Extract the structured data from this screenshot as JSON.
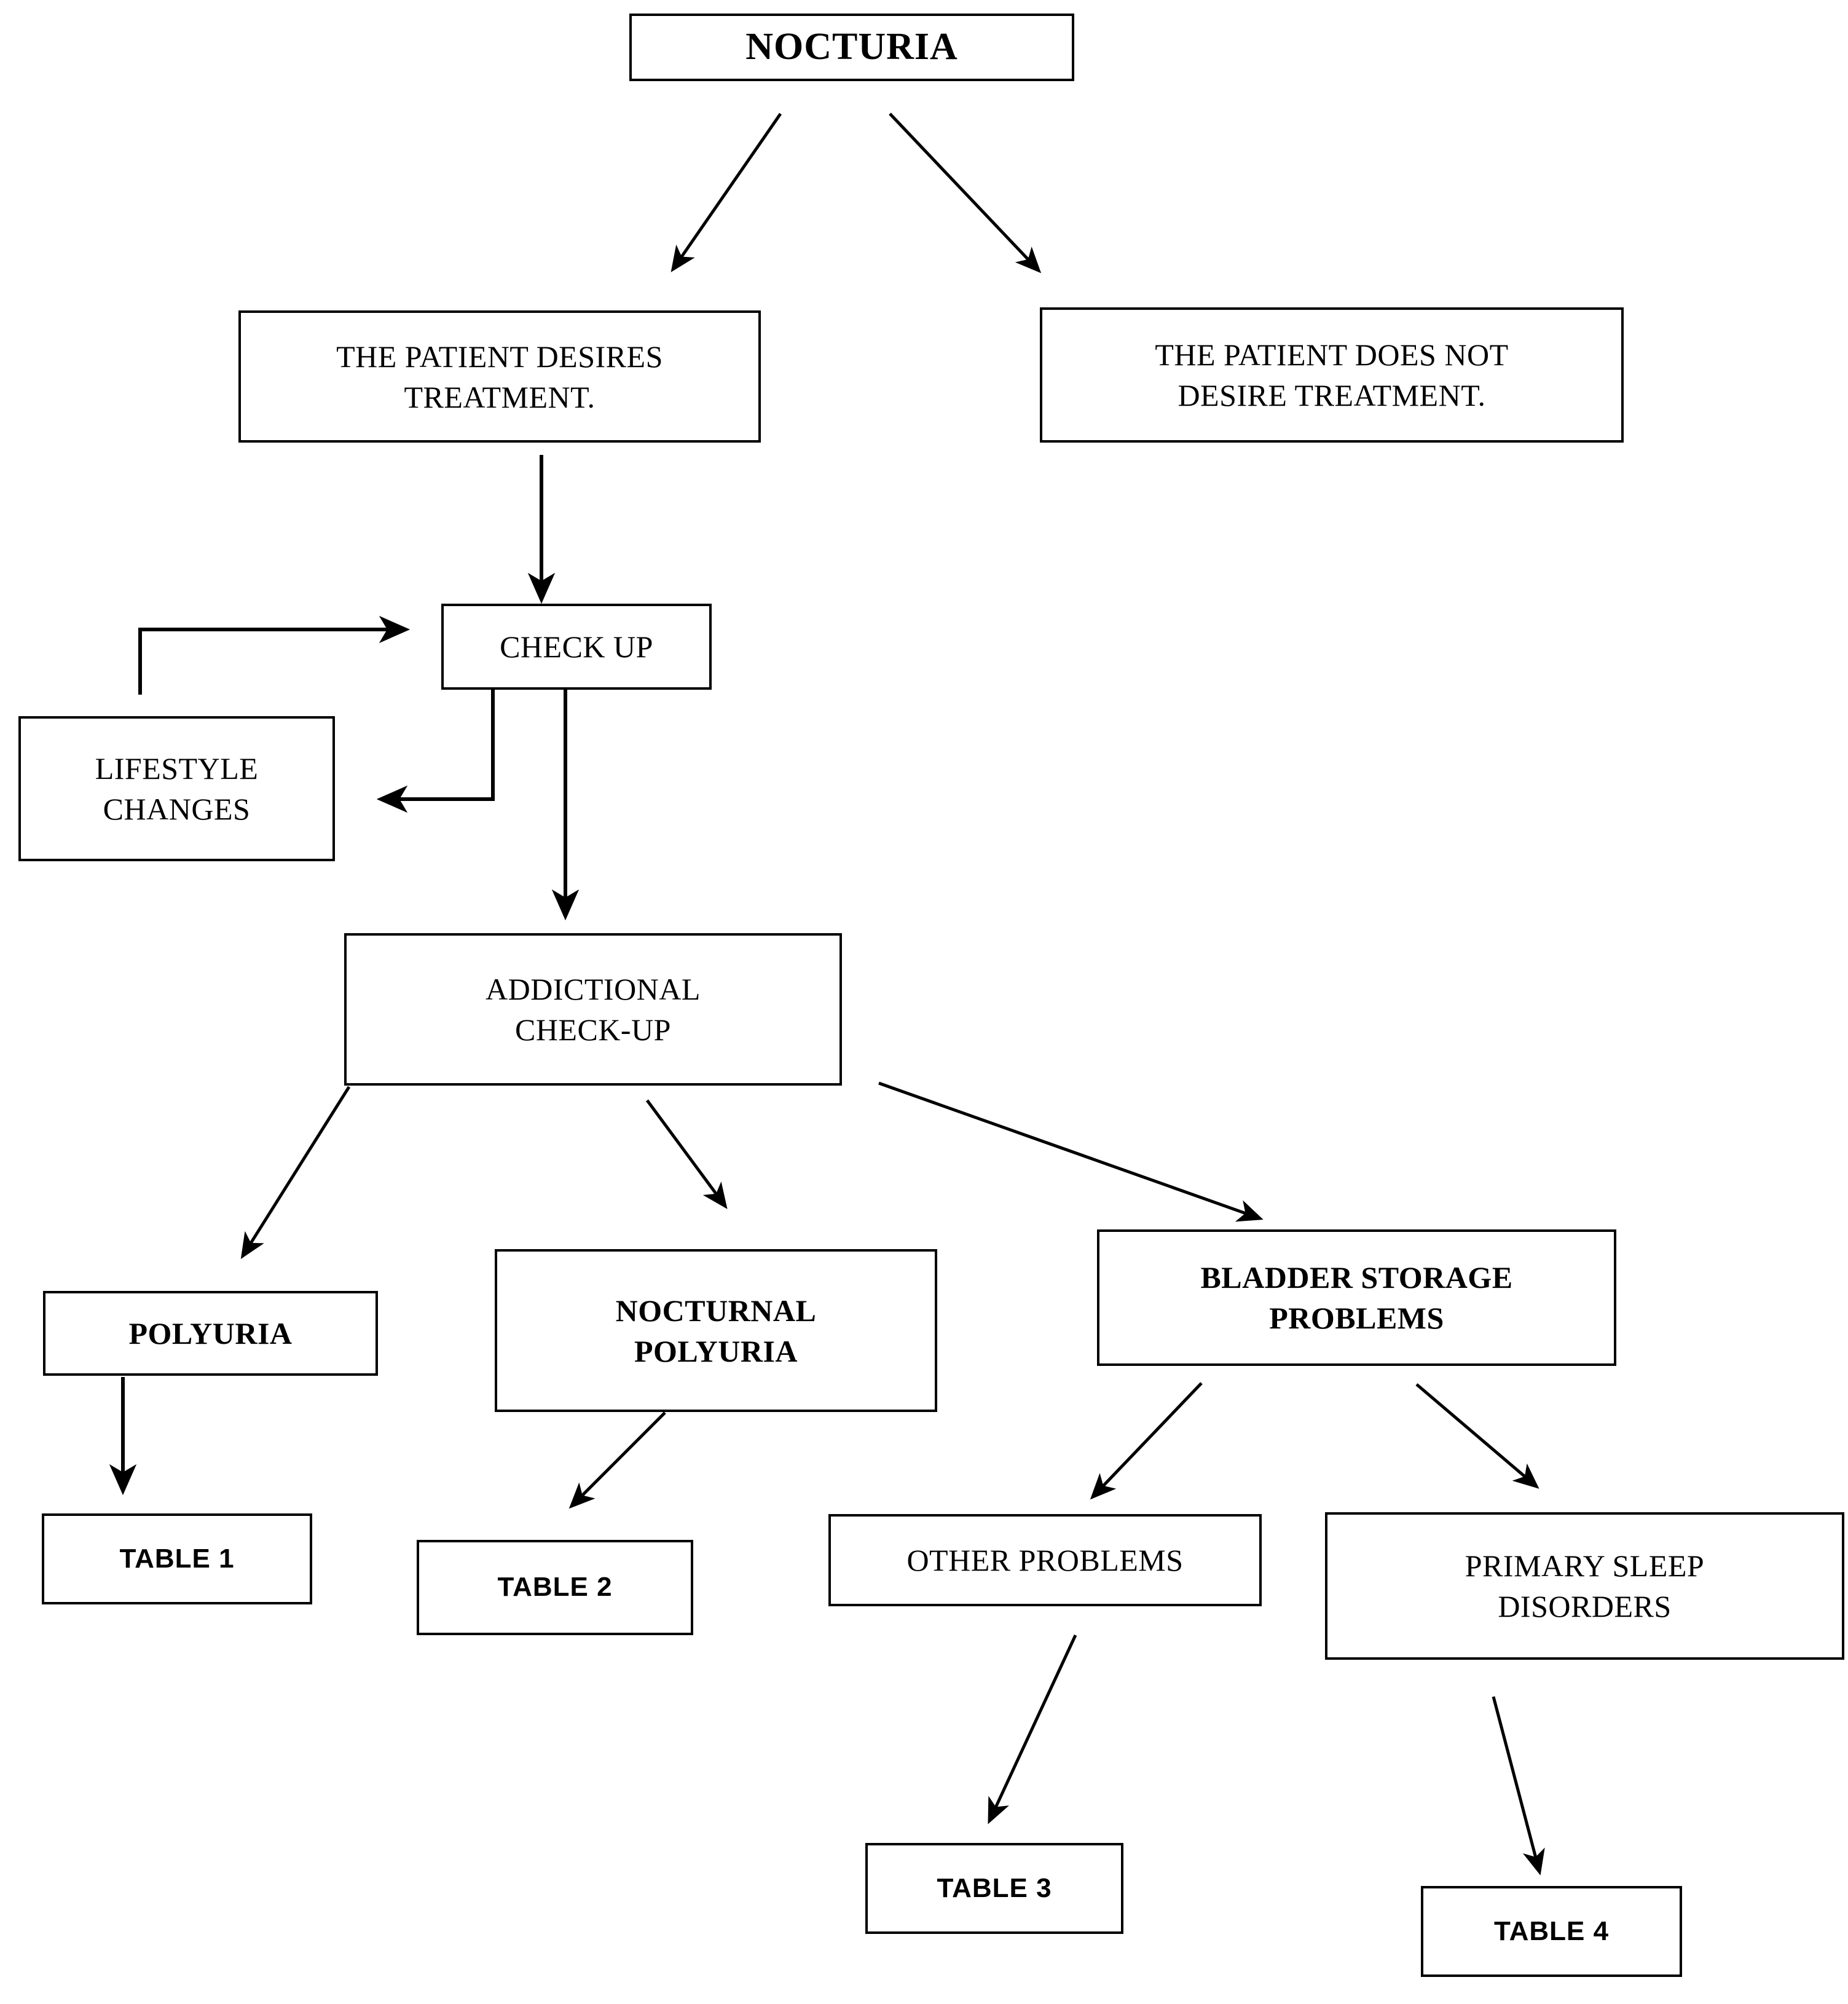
{
  "diagram": {
    "type": "flowchart",
    "title": "NOCTURIA management flowchart",
    "colors": {
      "background": "#ffffff",
      "stroke": "#000000",
      "text": "#000000"
    },
    "nodes": {
      "nocturia": {
        "label": "NOCTURIA"
      },
      "desires": {
        "label": "THE PATIENT DESIRES\nTREATMENT."
      },
      "not_desires": {
        "label": "THE PATIENT DOES NOT\nDESIRE TREATMENT."
      },
      "check_up": {
        "label": "CHECK UP"
      },
      "lifestyle": {
        "label": "LIFESTYLE\nCHANGES"
      },
      "addictional": {
        "label": "ADDICTIONAL\nCHECK-UP"
      },
      "polyuria": {
        "label": "POLYURIA"
      },
      "noct_polyuria": {
        "label": "NOCTURNAL\nPOLYURIA"
      },
      "bladder": {
        "label": "BLADDER STORAGE\nPROBLEMS"
      },
      "other_problems": {
        "label": "OTHER PROBLEMS"
      },
      "sleep": {
        "label": "PRIMARY SLEEP\nDISORDERS"
      },
      "table1": {
        "label": "TABLE 1"
      },
      "table2": {
        "label": "TABLE 2"
      },
      "table3": {
        "label": "TABLE 3"
      },
      "table4": {
        "label": "TABLE 4"
      }
    },
    "edges": [
      {
        "from": "nocturia",
        "to": "desires",
        "style": "diagonal-arrow"
      },
      {
        "from": "nocturia",
        "to": "not_desires",
        "style": "diagonal-arrow"
      },
      {
        "from": "desires",
        "to": "check_up",
        "style": "vertical-arrow"
      },
      {
        "from": "check_up",
        "to": "lifestyle",
        "style": "elbow-arrow"
      },
      {
        "from": "lifestyle",
        "to": "check_up",
        "style": "elbow-arrow-return"
      },
      {
        "from": "check_up",
        "to": "addictional",
        "style": "vertical-arrow"
      },
      {
        "from": "addictional",
        "to": "polyuria",
        "style": "diagonal-arrow"
      },
      {
        "from": "addictional",
        "to": "noct_polyuria",
        "style": "diagonal-arrow"
      },
      {
        "from": "addictional",
        "to": "bladder",
        "style": "diagonal-arrow"
      },
      {
        "from": "polyuria",
        "to": "table1",
        "style": "vertical-arrow"
      },
      {
        "from": "noct_polyuria",
        "to": "table2",
        "style": "diagonal-arrow"
      },
      {
        "from": "bladder",
        "to": "other_problems",
        "style": "diagonal-arrow"
      },
      {
        "from": "bladder",
        "to": "sleep",
        "style": "diagonal-arrow"
      },
      {
        "from": "other_problems",
        "to": "table3",
        "style": "diagonal-arrow"
      },
      {
        "from": "sleep",
        "to": "table4",
        "style": "diagonal-arrow"
      }
    ]
  }
}
